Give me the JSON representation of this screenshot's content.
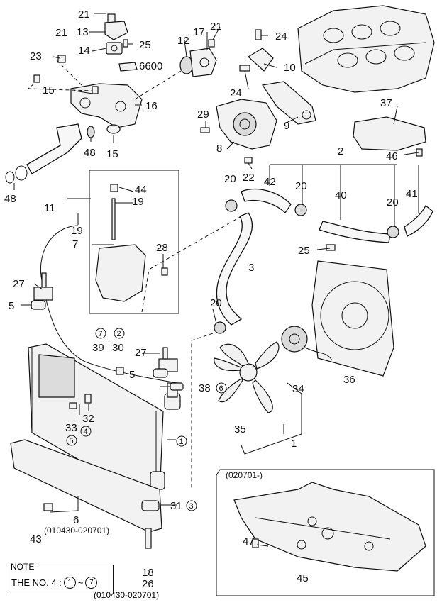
{
  "labels": {
    "l21a": "21",
    "l13": "13",
    "l21b": "21",
    "l14": "14",
    "l25a": "25",
    "l23": "23",
    "l6600": "6600",
    "l12": "12",
    "l17": "17",
    "l21c": "21",
    "l24a": "24",
    "l10": "10",
    "l24b": "24",
    "l15a": "15",
    "l16": "16",
    "l15b": "15",
    "l48a": "48",
    "l48b": "48",
    "l11": "11",
    "l29": "29",
    "l9": "9",
    "l8": "8",
    "l22": "22",
    "l37": "37",
    "l46": "46",
    "l2": "2",
    "l20a": "20",
    "l42": "42",
    "l20b": "20",
    "l40": "40",
    "l20c": "20",
    "l41": "41",
    "l44": "44",
    "l19a": "19",
    "l19b": "19",
    "l7": "7",
    "l28": "28",
    "l25b": "25",
    "l3": "3",
    "l27a": "27",
    "l5a": "5",
    "l20d": "20",
    "l39": "39",
    "l30": "30",
    "l27b": "27",
    "l5b": "5",
    "l38": "38",
    "l33": "33",
    "l32": "32",
    "l35": "35",
    "l34": "34",
    "l36": "36",
    "l1": "1",
    "l31": "31",
    "l6": "6",
    "l43": "43",
    "l47": "47",
    "l45": "45",
    "l18": "18",
    "l26": "26"
  },
  "circled": {
    "c7": "7",
    "c2": "2",
    "c6": "6",
    "c4": "4",
    "c5": "5",
    "c1": "1",
    "c3": "3"
  },
  "date_labels": {
    "lower_bracket": "(010430-020701)",
    "bottom": "(010430-020701)",
    "inset": "(020701-)"
  },
  "note": {
    "title": "NOTE",
    "prefix": "THE NO. 4 :",
    "from": "1",
    "tilde": "~",
    "to": "7"
  }
}
